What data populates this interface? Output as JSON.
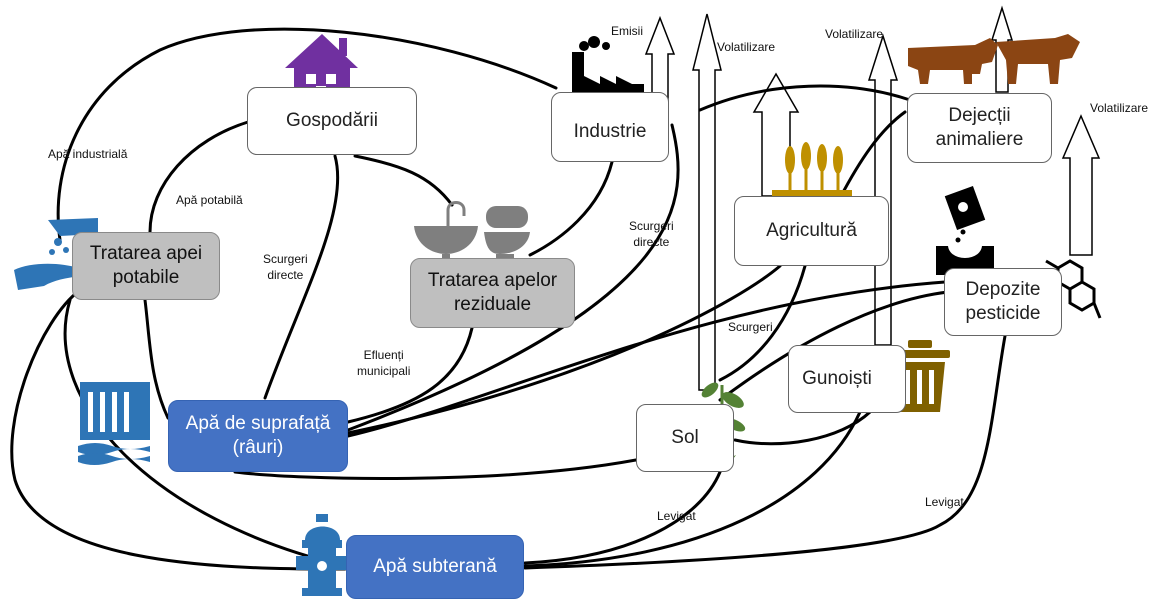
{
  "nodes": {
    "gospodarii": "Gospodării",
    "industrie": "Industrie",
    "tratarea_apei": "Tratarea apei\npotabile",
    "tratarea_apelor": "Tratarea apelor\nreziduale",
    "agricultura": "Agricultură",
    "dejectii": "Dejecții\nanimaliere",
    "depozite": "Depozite\npesticide",
    "apa_suprafata": "Apă de suprafață\n(râuri)",
    "sol": "Sol",
    "gunoisti": "Gunoiști",
    "apa_subterana": "Apă subterană"
  },
  "labels": {
    "emisii": "Emisii",
    "volatilizare_1": "Volatilizare",
    "volatilizare_2": "Volatilizare",
    "volatilizare_3": "Volatilizare",
    "apa_industriala": "Apă industrială",
    "apa_potabila": "Apă potabilă",
    "scurgeri_directe_1": "Scurgeri\ndirecte",
    "scurgeri_directe_2": "Scurgeri\ndirecte",
    "scurgeri": "Scurgeri",
    "efluenti": "Efluenți\nmunicipali",
    "levigat_1": "Levigat",
    "levigat_2": "Levigat"
  },
  "icon_colors": {
    "house": "#7030a0",
    "factory": "#000000",
    "cattle": "#8b4513",
    "wheat": "#bf9000",
    "trash": "#7f6000",
    "plant": "#548235",
    "water": "#2e75b6",
    "sanitary": "#7f7f7f"
  }
}
